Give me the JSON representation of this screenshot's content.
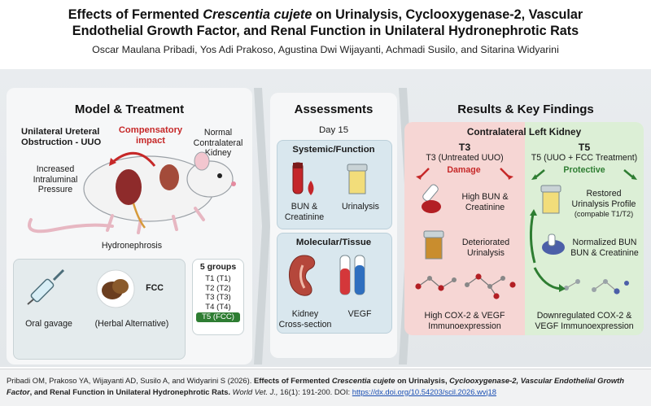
{
  "title": {
    "line1_pre": "Effects of Fermented ",
    "line1_italic": "Crescentia cujete",
    "line1_post": " on Urinalysis, Cyclooxygenase-2, Vascular",
    "line2": "Endothelial Growth Factor, and Renal Function in Unilateral Hydronephrotic Rats"
  },
  "authors": "Oscar Maulana Pribadi, Yos Adi Prakoso, Agustina Dwi Wijayanti, Achmadi Susilo, and Sitarina Widyarini",
  "model": {
    "heading": "Model & Treatment",
    "uuo_line1": "Unilateral Ureteral",
    "uuo_line2": "Obstruction - UUO",
    "compensatory_line1": "Compensatory",
    "compensatory_line2": "impact",
    "normal_line1": "Normal",
    "normal_line2": "Contralateral",
    "normal_line3": "Kidney",
    "pressure_line1": "Increased",
    "pressure_line2": "Intraluminal",
    "pressure_line3": "Pressure",
    "hydronephrosis": "Hydronephrosis",
    "oral_gavage": "Oral gavage",
    "fcc": "FCC",
    "herbal": "(Herbal Alternative)",
    "groups_title": "5 groups",
    "groups": [
      "T1 (T1)",
      "T2 (T2)",
      "T3 (T3)",
      "T4 (T4)",
      "T5 (FCC)"
    ]
  },
  "assessments": {
    "heading": "Assessments",
    "day": "Day 15",
    "systemic_title": "Systemic/Function",
    "bun_line1": "BUN &",
    "bun_line2": "Creatinine",
    "urinalysis": "Urinalysis",
    "molecular_title": "Molecular/Tissue",
    "kidney_line1": "Kidney",
    "kidney_line2": "Cross-section",
    "vegf": "VEGF"
  },
  "results": {
    "heading": "Results & Key Findings",
    "subheading": "Contralateral Left Kidney",
    "t3_code": "T3",
    "t3_label": "T3 (Untreated UUO)",
    "damage": "Damage",
    "t3_bun_line1": "High BUN &",
    "t3_bun_line2": "Creatinine",
    "t3_uri_line1": "Deteriorated",
    "t3_uri_line2": "Urinalysis",
    "t3_cox_line1": "High COX-2 & VEGF",
    "t3_cox_line2": "Immunoexpression",
    "t5_code": "T5",
    "t5_label": "T5 (UUO + FCC Treatment)",
    "protective": "Protective",
    "t5_uri_line1": "Restored",
    "t5_uri_line2": "Urinalysis Profile",
    "t5_uri_line3": "(compable T1/T2)",
    "t5_bun_line1": "Normalized BUN",
    "t5_bun_line2": "BUN & Creatinine",
    "t5_cox_line1": "Downregulated COX-2 &",
    "t5_cox_line2": "VEGF Immunoexpression"
  },
  "citation": {
    "part1": "Pribadi OM, Prakoso YA, Wijayanti AD, Susilo A, and Widyarini S (2026). ",
    "bold_pre": "Effects of Fermented ",
    "bold_italic1": "Crescentia cujete",
    "bold_mid": " on Urinalysis, ",
    "bold_italic2": "Cyclooxygenase-2, Vascular Endothelial Growth Factor",
    "bold_post": ", and Renal Function in Unilateral Hydronephrotic Rats.",
    "journal": " World Vet. J.,",
    "volume": " 16(1): 191-200. DOI: ",
    "doi": "https://dx.doi.org/10.54203/scil.2026.wvj18"
  },
  "colors": {
    "red_accent": "#c62828",
    "green_accent": "#2e7d32",
    "t3_bg": "#f6d6d4",
    "t5_bg": "#dcefd6"
  }
}
